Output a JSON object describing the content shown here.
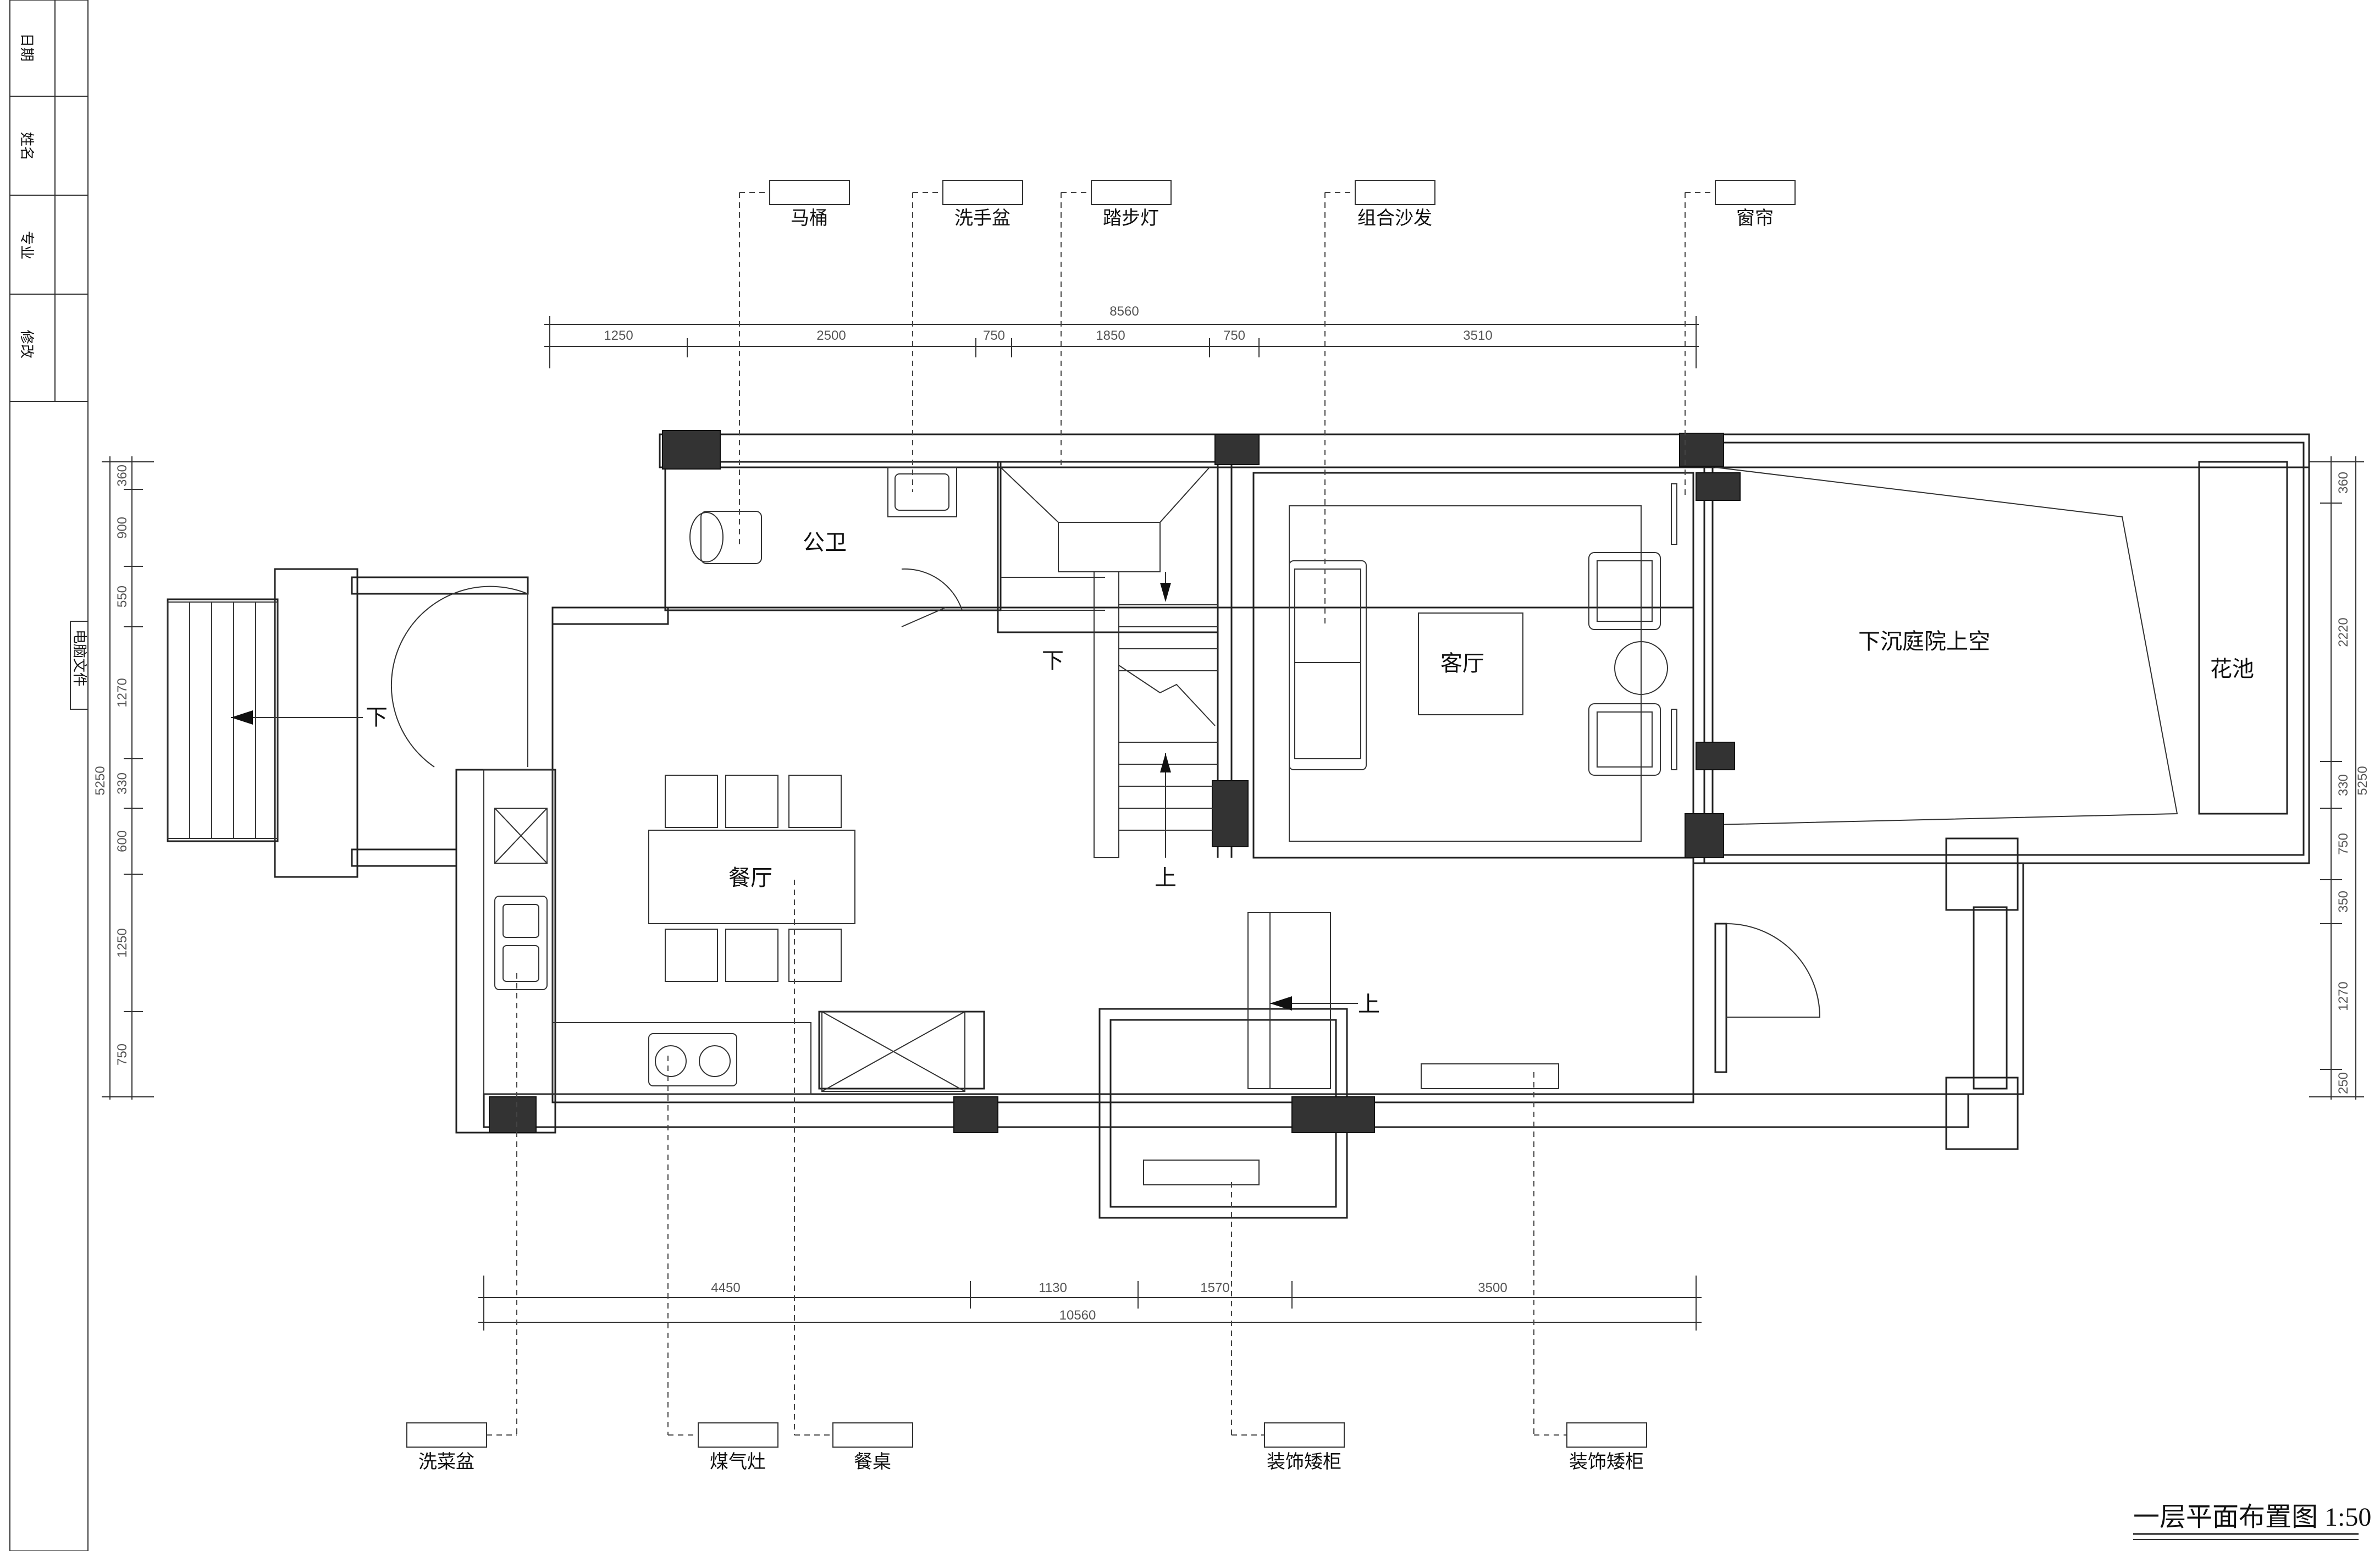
{
  "title_block": {
    "cells": [
      "日期",
      "姓名",
      "专业",
      "修改"
    ],
    "file_label": "电脑文件"
  },
  "drawing_title": "一层平面布置图 1:50",
  "rooms": {
    "public_wc": "公卫",
    "living_room": "客厅",
    "dining_room": "餐厅",
    "sunken_courtyard": "下沉庭院上空",
    "flower_bed": "花池"
  },
  "stair_markers": {
    "down_west": "下",
    "down_stair": "下",
    "up_stair": "上",
    "up_east": "上"
  },
  "top_tags": [
    "马桶",
    "洗手盆",
    "踏步灯",
    "组合沙发",
    "窗帘"
  ],
  "bottom_tags": [
    "洗菜盆",
    "煤气灶",
    "餐桌",
    "装饰矮柜",
    "装饰矮柜"
  ],
  "dimensions": {
    "top_total": "8560",
    "top_segments": [
      "1250",
      "2500",
      "750",
      "1850",
      "750",
      "3510"
    ],
    "bottom_total": "10560",
    "bottom_segments": [
      "4450",
      "1130",
      "1570",
      "3500"
    ],
    "left_total": "5250",
    "left_segments": [
      "360",
      "900",
      "550",
      "1270",
      "330",
      "600",
      "1250",
      "750"
    ],
    "right_total": "5250",
    "right_segments": [
      "360",
      "2220",
      "330",
      "750",
      "350",
      "1270",
      "250"
    ]
  }
}
